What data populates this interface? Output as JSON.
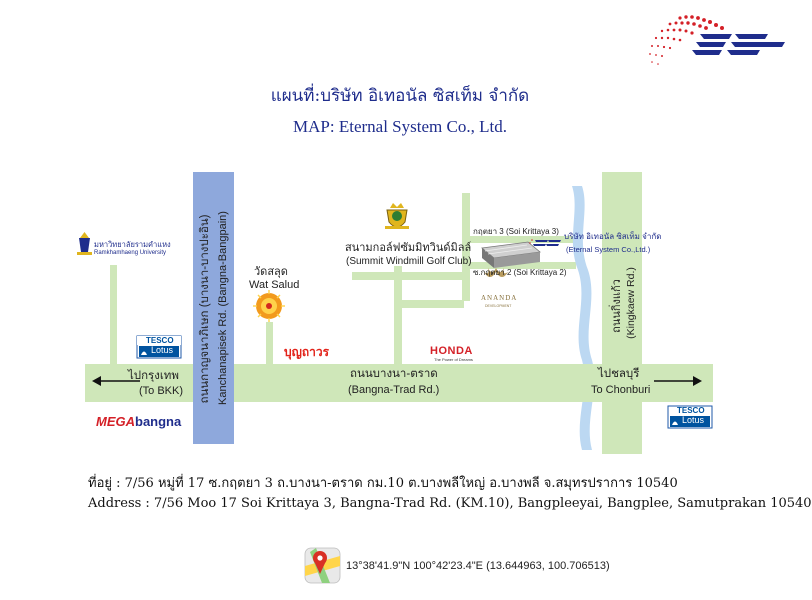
{
  "header": {
    "title_th": "แผนที่:บริษัท อิเทอนัล ซิสเท็ม จำกัด",
    "title_en": "MAP: Eternal System Co., Ltd."
  },
  "roads": {
    "bangna_trad_th": "ถนนบางนา-ตราด",
    "bangna_trad_en": "(Bangna-Trad Rd.)",
    "to_bkk_th": "ไปกรุงเทพ",
    "to_bkk_en": "(To BKK)",
    "to_chonburi_th": "ไปชลบุรี",
    "to_chonburi_en": "To Chonburi",
    "kanchanapisek_th": "ถนนกาญจนาภิเษก (บางนา-บางปะอิน)",
    "kanchanapisek_en": "Kanchanapisek Rd. (Bangna-Bangpain)",
    "kingkaew_th": "ถนนกิ่งแก้ว",
    "kingkaew_en": "(Kingkaew Rd.)",
    "soi3_label": "กฤตยา 3 (Soi Krittaya 3)",
    "soi2_label": "ซ.กฤตยา 2 (Soi Krittaya 2)"
  },
  "landmarks": {
    "wat_salud_th": "วัดสลุด",
    "wat_salud_en": "Wat Salud",
    "golf_th": "สนามกอล์ฟซัมมิทวินด์มิลล์",
    "golf_en": "(Summit Windmill Golf Club)",
    "company_th": "บริษัท อิเทอนัล ซิสเท็ม จำกัด",
    "company_en": "(Eternal System Co.,Ltd.)",
    "university_th": "มหาวิทยาลัยรามคำแหง",
    "university_en": "Ramkhamhaeng University",
    "tesco1": "TESCO",
    "lotus1": "Lotus",
    "tesco2": "TESCO",
    "lotus2": "Lotus",
    "mega_prefix": "MEGA",
    "mega_suffix": "bangna",
    "boonthavorn": "บุญถาวร",
    "honda": "HONDA",
    "honda_tag": "The Power of Dreams",
    "ananda": "ANANDA",
    "ananda_tag": "DEVELOPMENT"
  },
  "address": {
    "th": "ที่อยู่ : 7/56 หมู่ที่ 17 ซ.กฤตยา 3 ถ.บางนา-ตราด กม.10 ต.บางพลีใหญ่ อ.บางพลี จ.สมุทรปราการ 10540",
    "en": "Address : 7/56 Moo 17 Soi Krittaya 3, Bangna-Trad Rd. (KM.10), Bangpleeyai, Bangplee, Samutprakan 10540"
  },
  "location": {
    "coords": "13°38'41.9\"N 100°42'23.4\"E (13.644963, 100.706513)"
  },
  "colors": {
    "road_green": "#cfe7b9",
    "road_blue": "#8ea8dc",
    "brand_red": "#d42027",
    "brand_navy": "#1f2d8c",
    "river": "#bcd8f2"
  },
  "icons": {
    "logo": "eternal-system-logo",
    "maps_pin": "google-maps-icon",
    "temple": "temple-icon",
    "golf": "golf-emblem-icon"
  }
}
